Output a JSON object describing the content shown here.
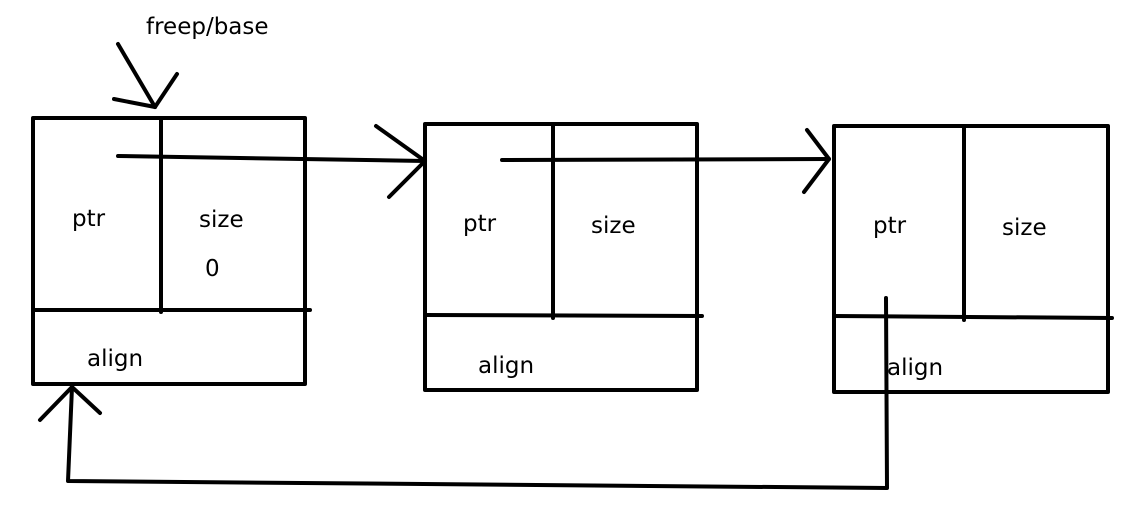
{
  "pointer_label": "freep/base",
  "blocks": [
    {
      "ptr_label": "ptr",
      "size_label": "size",
      "size_value": "0",
      "align_label": "align"
    },
    {
      "ptr_label": "ptr",
      "size_label": "size",
      "align_label": "align"
    },
    {
      "ptr_label": "ptr",
      "size_label": "size",
      "align_label": "align"
    }
  ],
  "colors": {
    "ink": "#000000",
    "background": "#ffffff"
  }
}
